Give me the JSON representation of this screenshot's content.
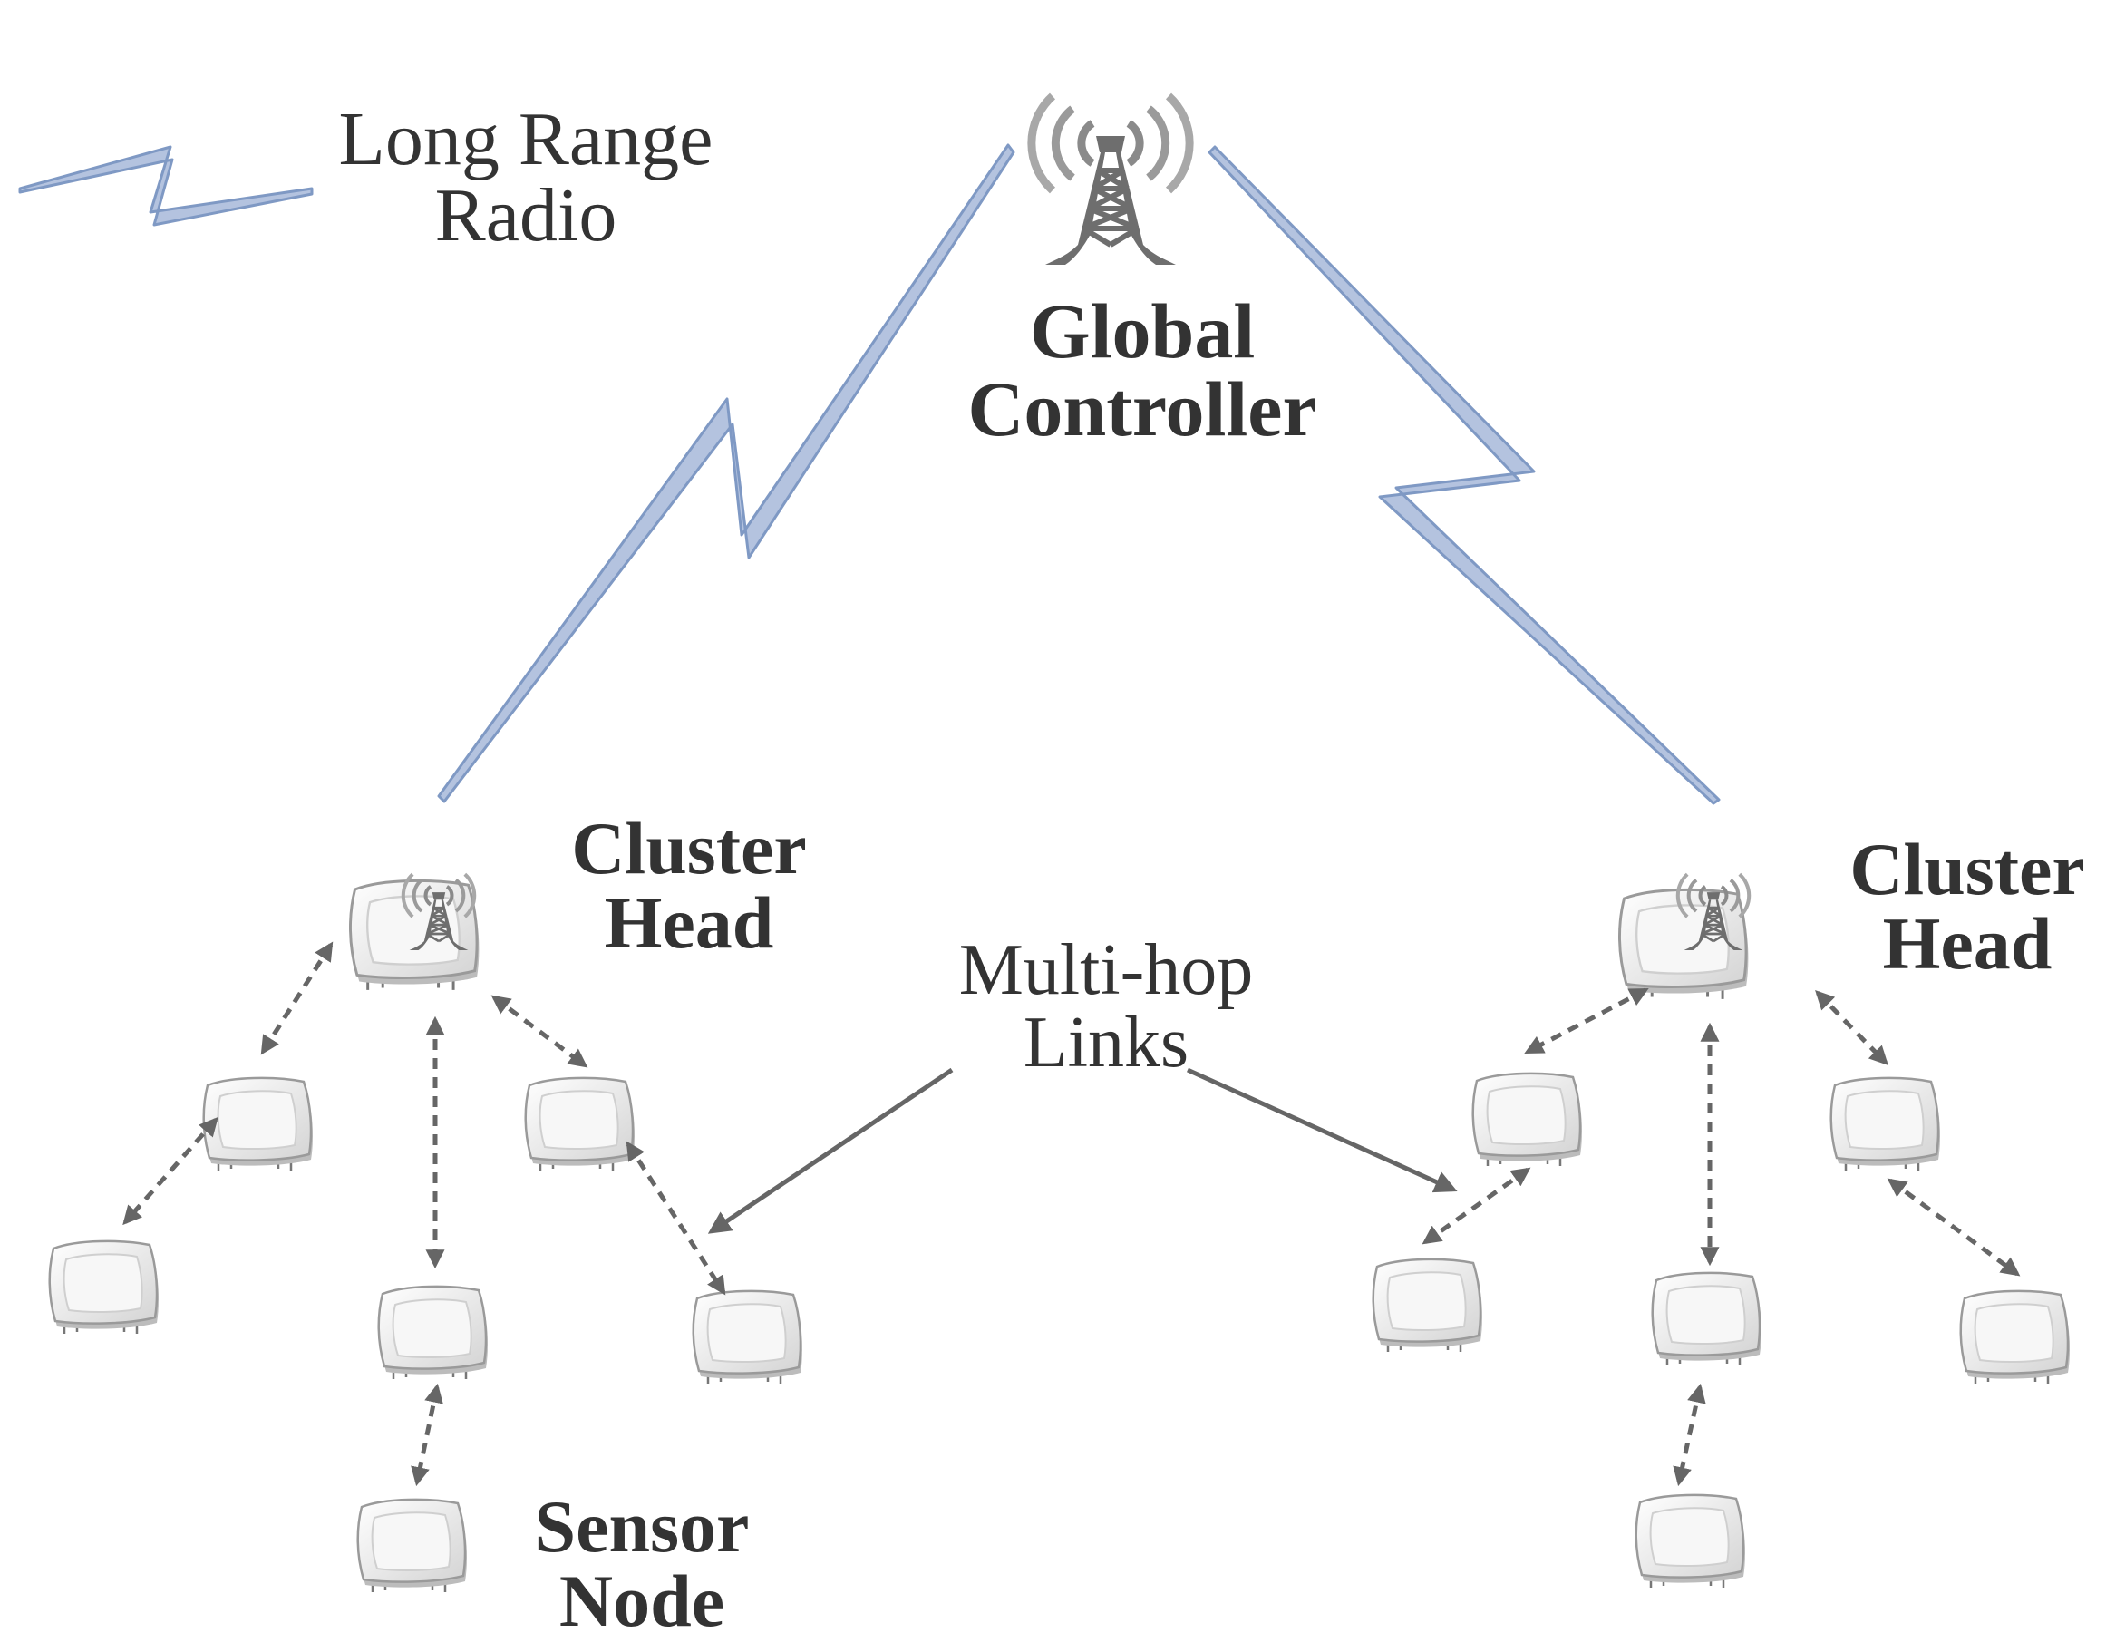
{
  "legend": {
    "label_line1": "Long Range",
    "label_line2": "Radio"
  },
  "global_controller": {
    "line1": "Global",
    "line2": "Controller"
  },
  "cluster_head_left": {
    "line1": "Cluster",
    "line2": "Head"
  },
  "cluster_head_right": {
    "line1": "Cluster",
    "line2": "Head"
  },
  "multihop": {
    "line1": "Multi-hop",
    "line2": "Links"
  },
  "sensor_node": {
    "line1": "Sensor",
    "line2": "Node"
  },
  "colors": {
    "radio_fill": "#b4c3df",
    "radio_stroke": "#7f99c4",
    "tower": "#6e6e6e",
    "arrow": "#666666",
    "node_body": "#f0f0f0",
    "text": "#333333"
  },
  "icons": [
    "radio-tower-icon",
    "sensor-node-icon",
    "radio-bolt-icon"
  ]
}
